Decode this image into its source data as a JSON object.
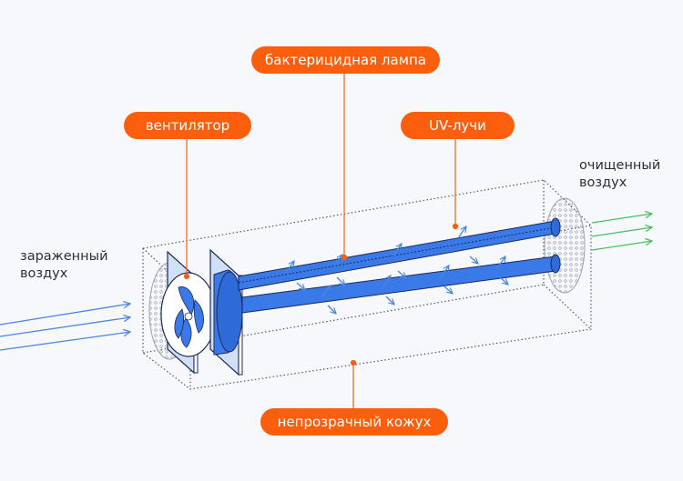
{
  "labels": {
    "lamp": "бактерицидная лампа",
    "fan": "вентилятор",
    "uv": "UV-лучи",
    "casing": "непрозрачный кожух",
    "dirty_air": [
      "зараженный",
      "воздух"
    ],
    "clean_air": [
      "очищенный",
      "воздух"
    ]
  },
  "colors": {
    "accent": "#fb5f0e",
    "tube": "#3a7ae8",
    "outline": "#1d2a5a",
    "panel": "#cfe0f7",
    "dirty_arrows": "#4a86e0",
    "clean_arrows": "#4cc060",
    "box_dots": "#555a66"
  }
}
